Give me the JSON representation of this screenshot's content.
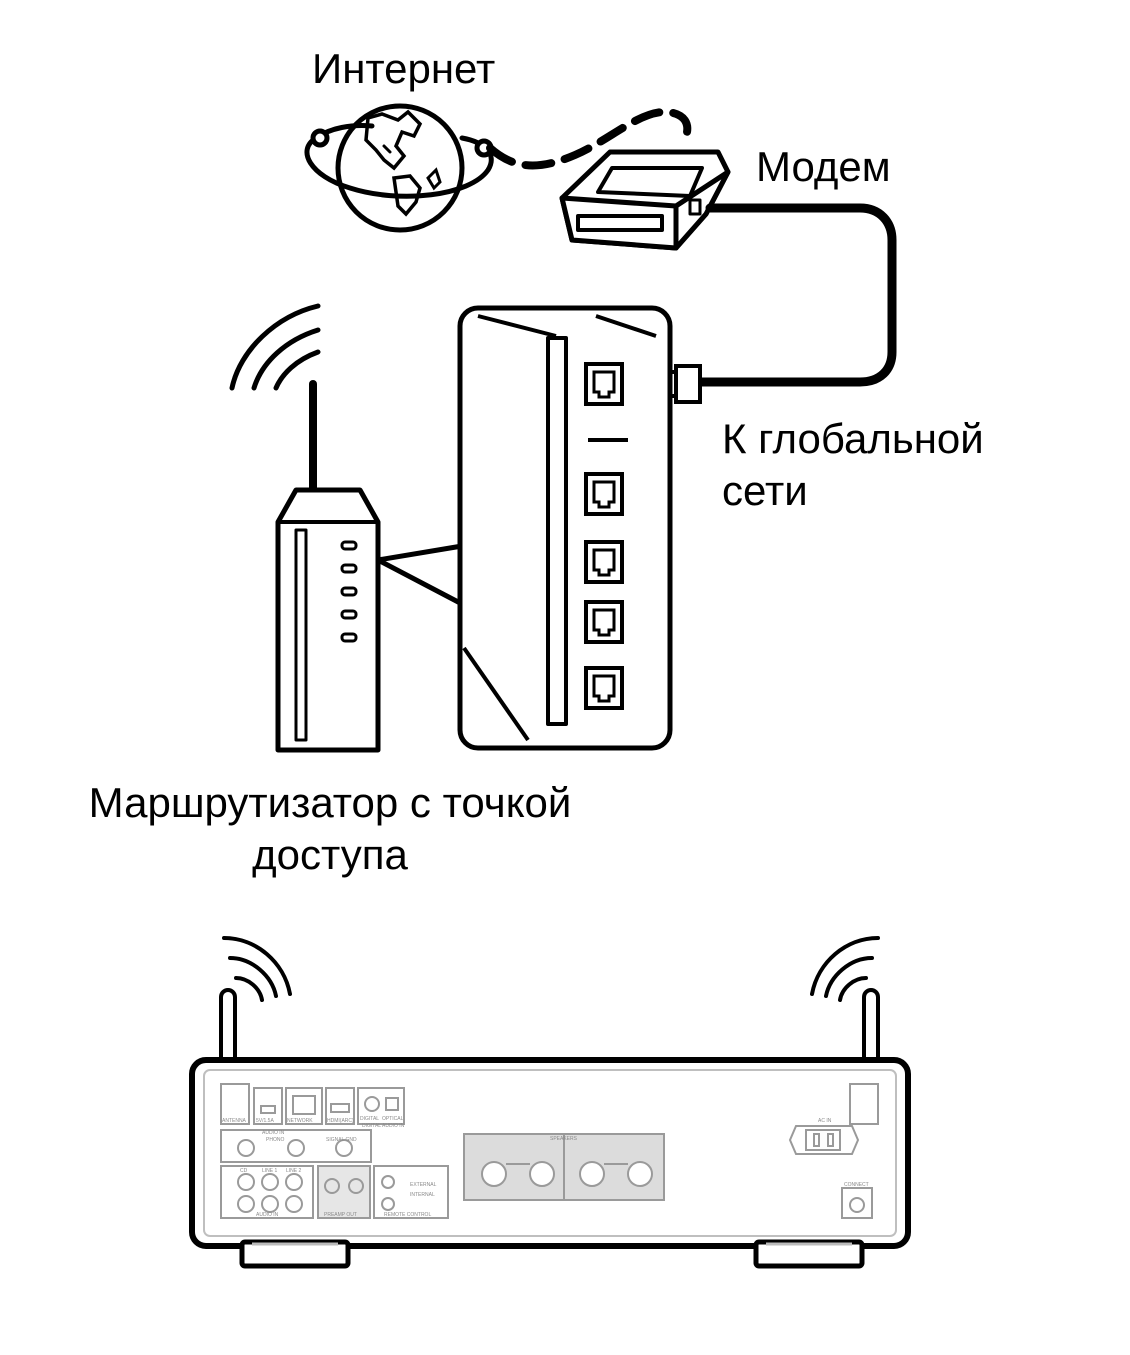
{
  "labels": {
    "internet": "Интернет",
    "modem": "Модем",
    "wan_line1": "К глобальной",
    "wan_line2": "сети",
    "router_line1": "Маршрутизатор с точкой",
    "router_line2": "доступа"
  },
  "rear_panel_labels": {
    "antenna": "ANTENNA",
    "usb": "5V/1.5A",
    "network": "NETWORK",
    "hdmi_arc": "HDMI(ARC)",
    "digital": "DIGITAL",
    "optical": "OPTICAL",
    "digital_audio_in": "DIGITAL AUDIO IN",
    "audio_in": "AUDIO IN",
    "phono": "PHONO",
    "signal_gnd": "SIGNAL GND",
    "cd": "CD",
    "line1": "LINE 1",
    "line2": "LINE 2",
    "preamp_out": "PREAMP OUT",
    "remote_control": "REMOTE CONTROL",
    "external": "EXTERNAL",
    "internal": "INTERNAL",
    "speakers": "SPEAKERS",
    "ac_in": "AC IN",
    "connect": "CONNECT"
  },
  "colors": {
    "line": "#000000",
    "panel_gray": "#9a9a9a",
    "panel_fill": "#d9d9d9",
    "background": "#ffffff"
  }
}
